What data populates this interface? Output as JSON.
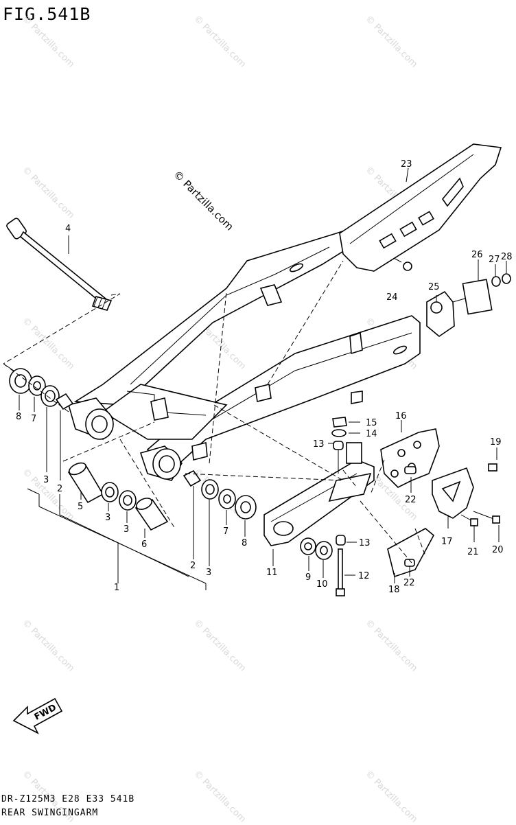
{
  "figure": {
    "title": "FIG.541B",
    "model_line": "DR-Z125M3 E28 E33 541B",
    "caption": "REAR SWINGINGARM",
    "copyright": "© Partzilla.com",
    "watermark": "© Partzilla.com",
    "fwd_label": "FWD"
  },
  "callouts": [
    {
      "id": "c1",
      "label": "1"
    },
    {
      "id": "c2a",
      "label": "2"
    },
    {
      "id": "c2b",
      "label": "2"
    },
    {
      "id": "c3a",
      "label": "3"
    },
    {
      "id": "c3b",
      "label": "3"
    },
    {
      "id": "c3c",
      "label": "3"
    },
    {
      "id": "c3d",
      "label": "3"
    },
    {
      "id": "c4",
      "label": "4"
    },
    {
      "id": "c5",
      "label": "5"
    },
    {
      "id": "c6",
      "label": "6"
    },
    {
      "id": "c7a",
      "label": "7"
    },
    {
      "id": "c7b",
      "label": "7"
    },
    {
      "id": "c8a",
      "label": "8"
    },
    {
      "id": "c8b",
      "label": "8"
    },
    {
      "id": "c9",
      "label": "9"
    },
    {
      "id": "c10",
      "label": "10"
    },
    {
      "id": "c11",
      "label": "11"
    },
    {
      "id": "c12",
      "label": "12"
    },
    {
      "id": "c13a",
      "label": "13"
    },
    {
      "id": "c13b",
      "label": "13"
    },
    {
      "id": "c14",
      "label": "14"
    },
    {
      "id": "c15",
      "label": "15"
    },
    {
      "id": "c16",
      "label": "16"
    },
    {
      "id": "c17",
      "label": "17"
    },
    {
      "id": "c18",
      "label": "18"
    },
    {
      "id": "c19",
      "label": "19"
    },
    {
      "id": "c20",
      "label": "20"
    },
    {
      "id": "c21",
      "label": "21"
    },
    {
      "id": "c22a",
      "label": "22"
    },
    {
      "id": "c22b",
      "label": "22"
    },
    {
      "id": "c23",
      "label": "23"
    },
    {
      "id": "c24",
      "label": "24"
    },
    {
      "id": "c25",
      "label": "25"
    },
    {
      "id": "c26",
      "label": "26"
    },
    {
      "id": "c27",
      "label": "27"
    },
    {
      "id": "c28",
      "label": "28"
    }
  ]
}
